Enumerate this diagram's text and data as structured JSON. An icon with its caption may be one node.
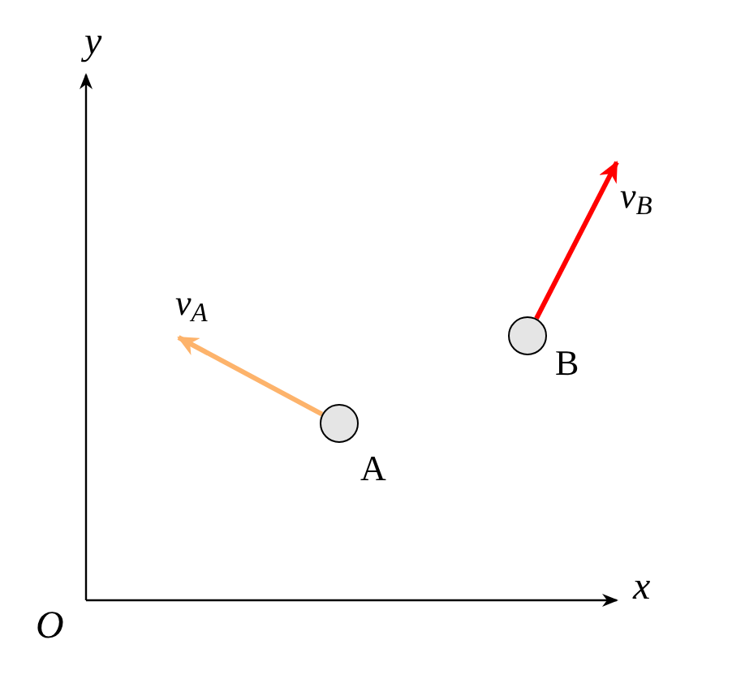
{
  "diagram": {
    "nodes": [
      {
        "text": [],
        "shape": "circle",
        "beside": [
          "A"
        ]
      },
      {
        "text": [],
        "shape": "circle",
        "beside": [
          "B"
        ]
      }
    ],
    "edges": [
      {
        "from": 0,
        "to": null,
        "arrow": "to",
        "label": "v$_{A}$",
        "color": "#fdb36b"
      },
      {
        "from": 1,
        "to": null,
        "arrow": "to",
        "label": "v$_{B}$",
        "color": "#ff0000"
      }
    ],
    "labels": [
      "y",
      "x",
      "O"
    ]
  }
}
